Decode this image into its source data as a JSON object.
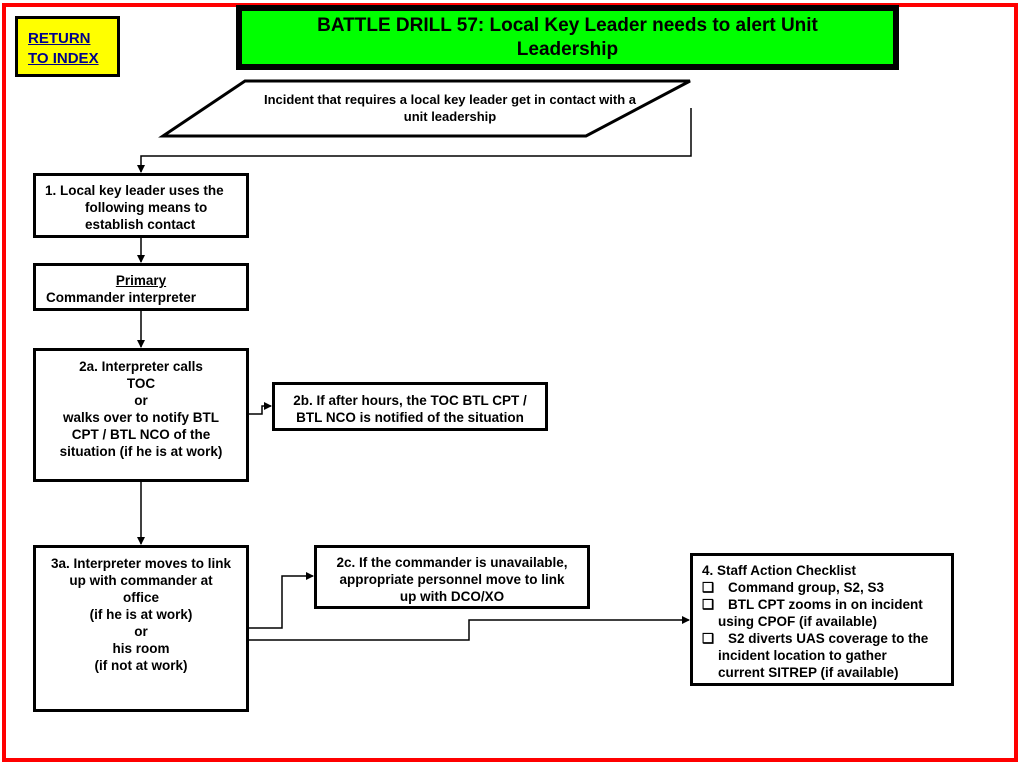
{
  "nav": {
    "return_line1": "RETURN",
    "return_line2": "TO INDEX"
  },
  "title": {
    "line1": "BATTLE DRILL 57:  Local Key Leader needs to alert Unit",
    "line2": "Leadership"
  },
  "incident": {
    "line1": "Incident that requires a local key leader get in contact with a",
    "line2": "unit leadership"
  },
  "step1": {
    "line1": "1. Local key leader uses the",
    "line2": "following means to",
    "line3": "establish contact"
  },
  "primary": {
    "heading": "Primary",
    "text": "Commander interpreter"
  },
  "step2a": {
    "lines": [
      "2a. Interpreter calls",
      "TOC",
      "or",
      "walks over to notify BTL",
      "CPT / BTL NCO of the",
      "situation (if he is at work)"
    ]
  },
  "step2b": {
    "line1": "2b. If after hours, the TOC BTL CPT /",
    "line2": "BTL NCO is notified of the situation"
  },
  "step3a": {
    "lines": [
      "3a. Interpreter moves to link",
      "up with commander at",
      "office",
      "(if he is at work)",
      "or",
      "his room",
      "(if not at work)"
    ]
  },
  "step2c": {
    "line1": "2c. If the commander is unavailable,",
    "line2": "appropriate personnel move to link",
    "line3": "up with DCO/XO"
  },
  "step4": {
    "heading": "4. Staff Action Checklist",
    "checkbox_glyph": "❑",
    "items": [
      {
        "line1": "Command group, S2, S3",
        "line2": ""
      },
      {
        "line1": "BTL CPT zooms in on incident",
        "line2": "using CPOF (if available)"
      },
      {
        "line1": "S2 diverts UAS coverage to the",
        "line2": "incident location to gather",
        "line3": "current SITREP (if available)"
      }
    ]
  },
  "colors": {
    "frame": "#ff0000",
    "title_bg": "#00ff00",
    "return_bg": "#ffff00",
    "return_text": "#00008b"
  }
}
